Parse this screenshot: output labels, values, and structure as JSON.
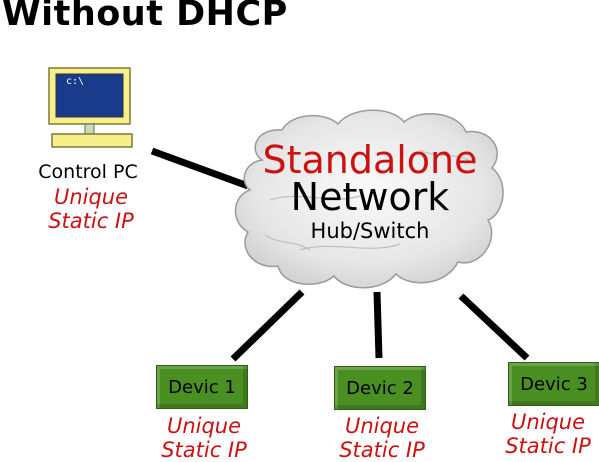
{
  "title": "Without DHCP",
  "control_pc": {
    "screen_text": "c:\\",
    "label": "Control PC",
    "ip_line1": "Unique",
    "ip_line2": "Static IP"
  },
  "network": {
    "line1": "Standalone",
    "line2": "Network",
    "line3": "Hub/Switch"
  },
  "devices": [
    {
      "label": "Devic 1",
      "ip_line1": "Unique",
      "ip_line2": "Static IP"
    },
    {
      "label": "Devic 2",
      "ip_line1": "Unique",
      "ip_line2": "Static IP"
    },
    {
      "label": "Devic 3",
      "ip_line1": "Unique",
      "ip_line2": "Static IP"
    }
  ],
  "colors": {
    "red_text": "#cc1111",
    "device_green": "#4a8f22",
    "monitor_yellow": "#f7f08a",
    "screen_blue": "#1a3a8a"
  }
}
